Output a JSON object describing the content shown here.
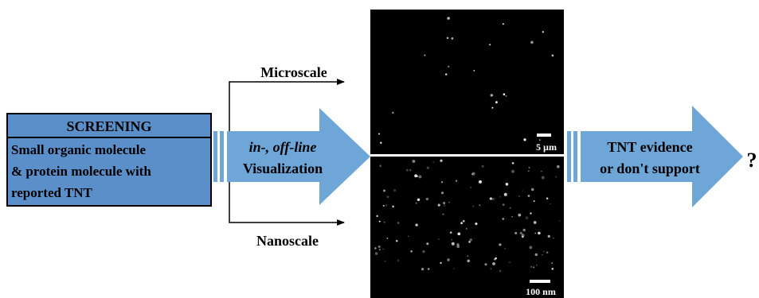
{
  "screening_box": {
    "header": "SCREENING",
    "lines": [
      "Small organic molecule",
      "& protein molecule with",
      "reported TNT"
    ],
    "fill_color": "#5b8fc9"
  },
  "visualization_arrow": {
    "line1": "in-, off-line",
    "line2": "Visualization",
    "fill_color": "#6ea6d8"
  },
  "branches": {
    "top_label": "Microscale",
    "bottom_label": "Nanoscale"
  },
  "micrographs": {
    "top_scale_label": "5 µm",
    "bottom_scale_label": "100 nm",
    "background_color": "#000000"
  },
  "result_arrow": {
    "line1": "TNT evidence",
    "line2": "or don't support",
    "fill_color": "#6ea6d8"
  },
  "question_mark": "?"
}
